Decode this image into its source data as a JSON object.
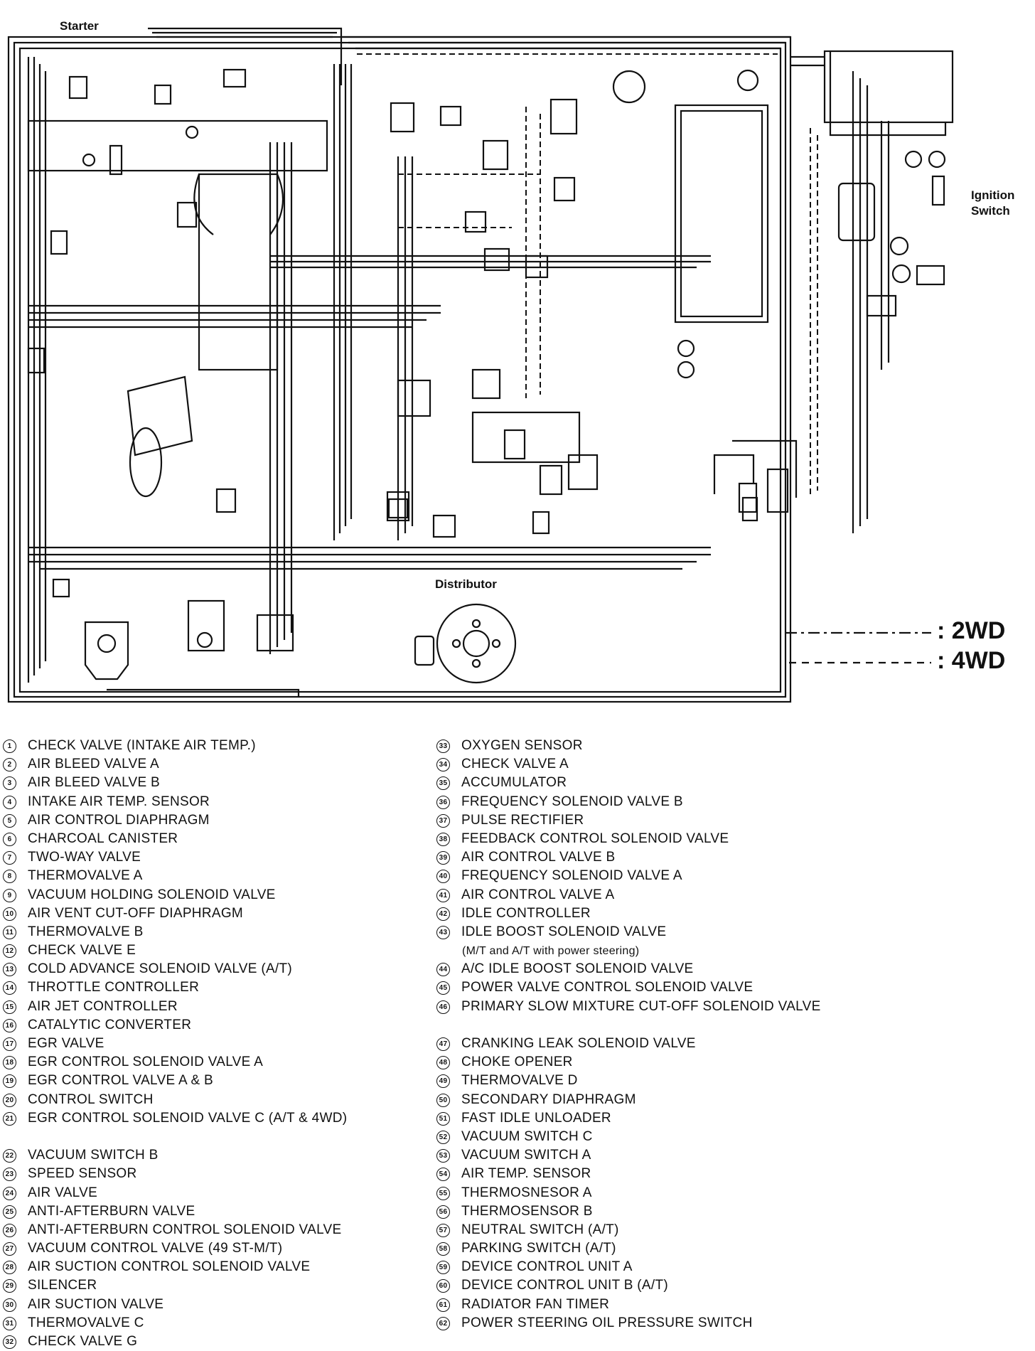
{
  "diagram": {
    "labels": {
      "starter": "Starter",
      "distributor": "Distributor",
      "ignition_switch_line1": "Ignition",
      "ignition_switch_line2": "Switch"
    },
    "legend": {
      "wd2": ": 2WD",
      "wd4": ": 4WD"
    }
  },
  "parts_left": [
    {
      "num": "1",
      "name": "CHECK VALVE (INTAKE AIR TEMP.)"
    },
    {
      "num": "2",
      "name": "AIR BLEED VALVE A"
    },
    {
      "num": "3",
      "name": "AIR BLEED VALVE B"
    },
    {
      "num": "4",
      "name": "INTAKE AIR TEMP. SENSOR"
    },
    {
      "num": "5",
      "name": "AIR CONTROL DIAPHRAGM"
    },
    {
      "num": "6",
      "name": "CHARCOAL CANISTER"
    },
    {
      "num": "7",
      "name": "TWO-WAY VALVE"
    },
    {
      "num": "8",
      "name": "THERMOVALVE A"
    },
    {
      "num": "9",
      "name": "VACUUM HOLDING SOLENOID VALVE"
    },
    {
      "num": "10",
      "name": "AIR VENT CUT-OFF DIAPHRAGM"
    },
    {
      "num": "11",
      "name": "THERMOVALVE B"
    },
    {
      "num": "12",
      "name": "CHECK VALVE E"
    },
    {
      "num": "13",
      "name": "COLD ADVANCE SOLENOID VALVE (A/T)"
    },
    {
      "num": "14",
      "name": "THROTTLE CONTROLLER"
    },
    {
      "num": "15",
      "name": "AIR JET CONTROLLER"
    },
    {
      "num": "16",
      "name": "CATALYTIC CONVERTER"
    },
    {
      "num": "17",
      "name": "EGR VALVE"
    },
    {
      "num": "18",
      "name": "EGR CONTROL SOLENOID VALVE A"
    },
    {
      "num": "19",
      "name": "EGR CONTROL VALVE A & B"
    },
    {
      "num": "20",
      "name": "CONTROL SWITCH"
    },
    {
      "num": "21",
      "name": "EGR CONTROL SOLENOID VALVE C (A/T & 4WD)"
    },
    {
      "num": "22",
      "name": "VACUUM SWITCH B"
    },
    {
      "num": "23",
      "name": "SPEED SENSOR"
    },
    {
      "num": "24",
      "name": "AIR VALVE"
    },
    {
      "num": "25",
      "name": "ANTI-AFTERBURN VALVE"
    },
    {
      "num": "26",
      "name": "ANTI-AFTERBURN CONTROL SOLENOID VALVE"
    },
    {
      "num": "27",
      "name": "VACUUM CONTROL VALVE (49 ST-M/T)"
    },
    {
      "num": "28",
      "name": "AIR SUCTION CONTROL SOLENOID VALVE"
    },
    {
      "num": "29",
      "name": "SILENCER"
    },
    {
      "num": "30",
      "name": "AIR SUCTION VALVE"
    },
    {
      "num": "31",
      "name": "THERMOVALVE C"
    },
    {
      "num": "32",
      "name": "CHECK VALVE G"
    }
  ],
  "parts_right": [
    {
      "num": "33",
      "name": "OXYGEN SENSOR"
    },
    {
      "num": "34",
      "name": "CHECK VALVE A"
    },
    {
      "num": "35",
      "name": "ACCUMULATOR"
    },
    {
      "num": "36",
      "name": "FREQUENCY SOLENOID VALVE B"
    },
    {
      "num": "37",
      "name": "PULSE RECTIFIER"
    },
    {
      "num": "38",
      "name": "FEEDBACK CONTROL SOLENOID VALVE"
    },
    {
      "num": "39",
      "name": "AIR CONTROL VALVE B"
    },
    {
      "num": "40",
      "name": "FREQUENCY SOLENOID VALVE A"
    },
    {
      "num": "41",
      "name": "AIR CONTROL VALVE A"
    },
    {
      "num": "42",
      "name": "IDLE CONTROLLER"
    },
    {
      "num": "43",
      "name": "IDLE BOOST SOLENOID VALVE",
      "sub": "(M/T and A/T with power steering)"
    },
    {
      "num": "44",
      "name": "A/C IDLE BOOST SOLENOID VALVE"
    },
    {
      "num": "45",
      "name": "POWER VALVE CONTROL SOLENOID VALVE"
    },
    {
      "num": "46",
      "name": "PRIMARY SLOW MIXTURE CUT-OFF SOLENOID VALVE"
    },
    {
      "num": "47",
      "name": "CRANKING LEAK SOLENOID VALVE"
    },
    {
      "num": "48",
      "name": "CHOKE OPENER"
    },
    {
      "num": "49",
      "name": "THERMOVALVE D"
    },
    {
      "num": "50",
      "name": "SECONDARY DIAPHRAGM"
    },
    {
      "num": "51",
      "name": "FAST IDLE UNLOADER"
    },
    {
      "num": "52",
      "name": "VACUUM SWITCH C"
    },
    {
      "num": "53",
      "name": "VACUUM SWITCH A"
    },
    {
      "num": "54",
      "name": "AIR TEMP. SENSOR"
    },
    {
      "num": "55",
      "name": "THERMOSNESOR A"
    },
    {
      "num": "56",
      "name": "THERMOSENSOR B"
    },
    {
      "num": "57",
      "name": "NEUTRAL SWITCH (A/T)"
    },
    {
      "num": "58",
      "name": "PARKING SWITCH (A/T)"
    },
    {
      "num": "59",
      "name": "DEVICE CONTROL UNIT A"
    },
    {
      "num": "60",
      "name": "DEVICE CONTROL UNIT B (A/T)"
    },
    {
      "num": "61",
      "name": "RADIATOR FAN TIMER"
    },
    {
      "num": "62",
      "name": "POWER STEERING OIL PRESSURE SWITCH"
    }
  ]
}
